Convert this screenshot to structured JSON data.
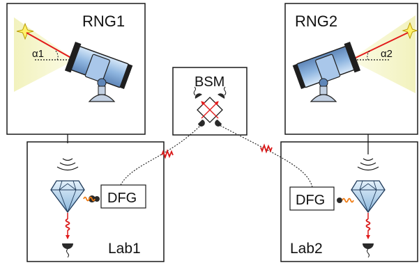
{
  "labels": {
    "rng1": "RNG1",
    "rng2": "RNG2",
    "alpha1": "α1",
    "alpha2": "α2",
    "bsm": "BSM",
    "dfg_left": "DFG",
    "dfg_right": "DFG",
    "lab1": "Lab1",
    "lab2": "Lab2"
  },
  "colors": {
    "border": "#1a1a1a",
    "beam": "#e21a1a",
    "star_fill": "#fff16a",
    "star_stroke": "#b89a00",
    "light_cone": "#f4f4c8",
    "telescope_body": "#9ec2e8",
    "telescope_dark": "#1e1e1e",
    "mount": "#b8c8dc",
    "crystal_fill": "#a9cbe6",
    "crystal_stroke": "#1f3a5a",
    "photon_red": "#d91818",
    "photon_orange": "#f07a10",
    "detector": "#2a2a2a"
  },
  "icons": [
    "star-icon",
    "telescope-icon",
    "antenna-icon",
    "crystal-icon",
    "photon-wavepacket-icon",
    "detector-icon",
    "beam-splitter-icon"
  ]
}
